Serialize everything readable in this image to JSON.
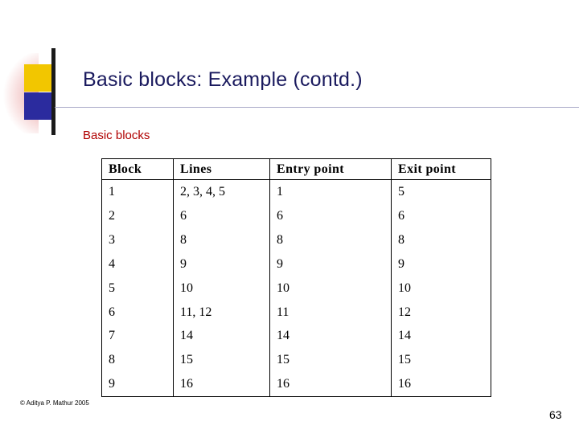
{
  "slide": {
    "title": "Basic blocks: Example (contd.)",
    "subtitle": "Basic blocks",
    "copyright": "© Aditya P. Mathur 2005",
    "page_number": "63",
    "accent_title_color": "#1a1a5e",
    "accent_subtitle_color": "#b00000",
    "deco_yellow": "#f2c600",
    "deco_blue": "#2b2b9e"
  },
  "table": {
    "headers": [
      "Block",
      "Lines",
      "Entry point",
      "Exit point"
    ],
    "rows": [
      [
        "1",
        "2, 3, 4, 5",
        "1",
        "5"
      ],
      [
        "2",
        "6",
        "6",
        "6"
      ],
      [
        "3",
        "8",
        "8",
        "8"
      ],
      [
        "4",
        "9",
        "9",
        "9"
      ],
      [
        "5",
        "10",
        "10",
        "10"
      ],
      [
        "6",
        "11, 12",
        "11",
        "12"
      ],
      [
        "7",
        "14",
        "14",
        "14"
      ],
      [
        "8",
        "15",
        "15",
        "15"
      ],
      [
        "9",
        "16",
        "16",
        "16"
      ]
    ]
  }
}
